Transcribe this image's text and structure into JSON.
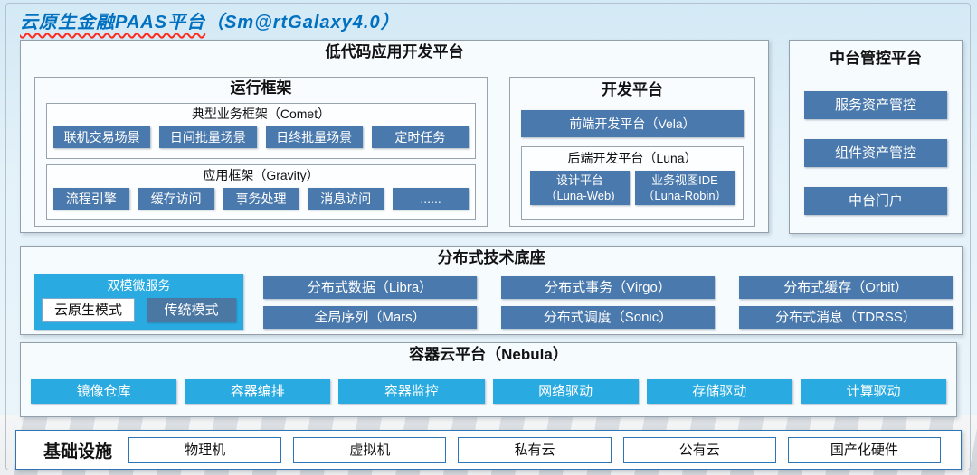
{
  "page": {
    "title_main": "云原生金融PAAS平台",
    "title_suffix": "（Sm@rtGalaxy4.0）"
  },
  "colors": {
    "title_blue": "#0070c0",
    "steel_blue_button": "#4a79ad",
    "cyan_button": "#29abe2",
    "traditional_mode_button": "#4b77a3",
    "infra_border_blue": "#2e75b6",
    "panel_background": "#f6fbfe",
    "page_background": "#e3f1f9"
  },
  "low_code": {
    "title": "低代码应用开发平台",
    "runtime": {
      "title": "运行框架",
      "comet": {
        "title": "典型业务框架（Comet）",
        "buttons": [
          "联机交易场景",
          "日间批量场景",
          "日终批量场景",
          "定时任务"
        ]
      },
      "gravity": {
        "title": "应用框架（Gravity）",
        "buttons": [
          "流程引擎",
          "缓存访问",
          "事务处理",
          "消息访问",
          "......"
        ]
      }
    },
    "dev": {
      "title": "开发平台",
      "vela_button": "前端开发平台（Vela）",
      "luna": {
        "title": "后端开发平台（Luna）",
        "buttons": [
          {
            "line1": "设计平台",
            "line2": "（Luna-Web)"
          },
          {
            "line1": "业务视图IDE",
            "line2": "（Luna-Robin）"
          }
        ]
      }
    }
  },
  "mid_platform": {
    "title": "中台管控平台",
    "buttons": [
      "服务资产管控",
      "组件资产管控",
      "中台门户"
    ]
  },
  "distributed": {
    "title": "分布式技术底座",
    "dual_mode": {
      "title": "双模微服务",
      "cloud_native_mode": "云原生模式",
      "traditional_mode": "传统模式"
    },
    "buttons_row1": [
      "分布式数据（Libra）",
      "分布式事务（Virgo）",
      "分布式缓存（Orbit）"
    ],
    "buttons_row2": [
      "全局序列（Mars）",
      "分布式调度（Sonic）",
      "分布式消息（TDRSS）"
    ]
  },
  "nebula": {
    "title": "容器云平台（Nebula）",
    "buttons": [
      "镜像仓库",
      "容器编排",
      "容器监控",
      "网络驱动",
      "存储驱动",
      "计算驱动"
    ]
  },
  "infrastructure": {
    "title": "基础设施",
    "items": [
      "物理机",
      "虚拟机",
      "私有云",
      "公有云",
      "国产化硬件"
    ]
  }
}
